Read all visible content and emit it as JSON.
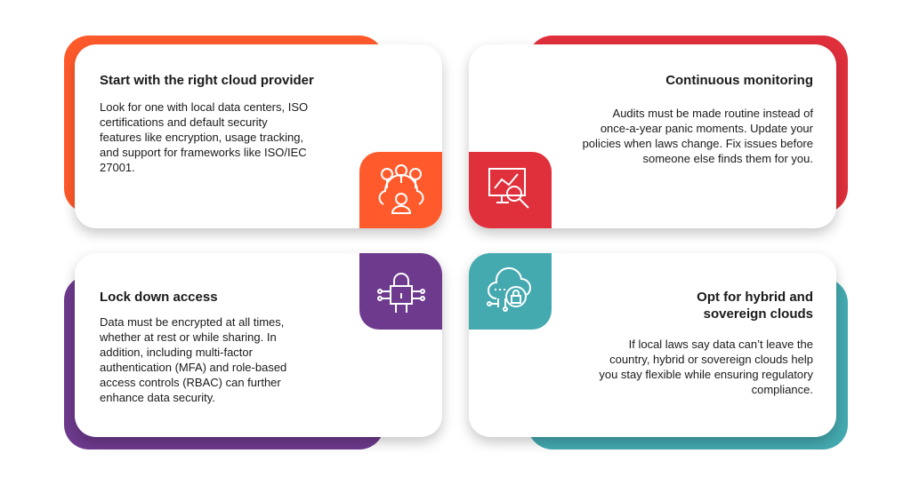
{
  "colors": {
    "orange": "#FF5A2B",
    "red": "#E0303C",
    "purple": "#6E3A8D",
    "teal": "#44AAB0"
  },
  "cards": [
    {
      "title": "Start with the right cloud provider",
      "body": "Look for one with local data centers, ISO certifications and default security features like encryption, usage tracking, and support for frameworks like ISO/IEC 27001.",
      "icon": "cloud-users-icon"
    },
    {
      "title": "Continuous monitoring",
      "body": "Audits must be made routine instead of once-a-year panic moments. Update your policies when laws change. Fix issues before someone else finds them for you.",
      "icon": "monitor-search-icon"
    },
    {
      "title": "Lock down access",
      "body": "Data must be encrypted at all times, whether at rest or while sharing. In addition, including multi-factor authentication (MFA) and role-based access controls (RBAC) can further enhance data security.",
      "icon": "circuit-lock-icon"
    },
    {
      "title": "Opt for hybrid and sovereign clouds",
      "body": "If local laws say data can’t leave the country, hybrid or sovereign clouds help you stay flexible while ensuring regulatory compliance.",
      "icon": "cloud-lock-icon"
    }
  ]
}
